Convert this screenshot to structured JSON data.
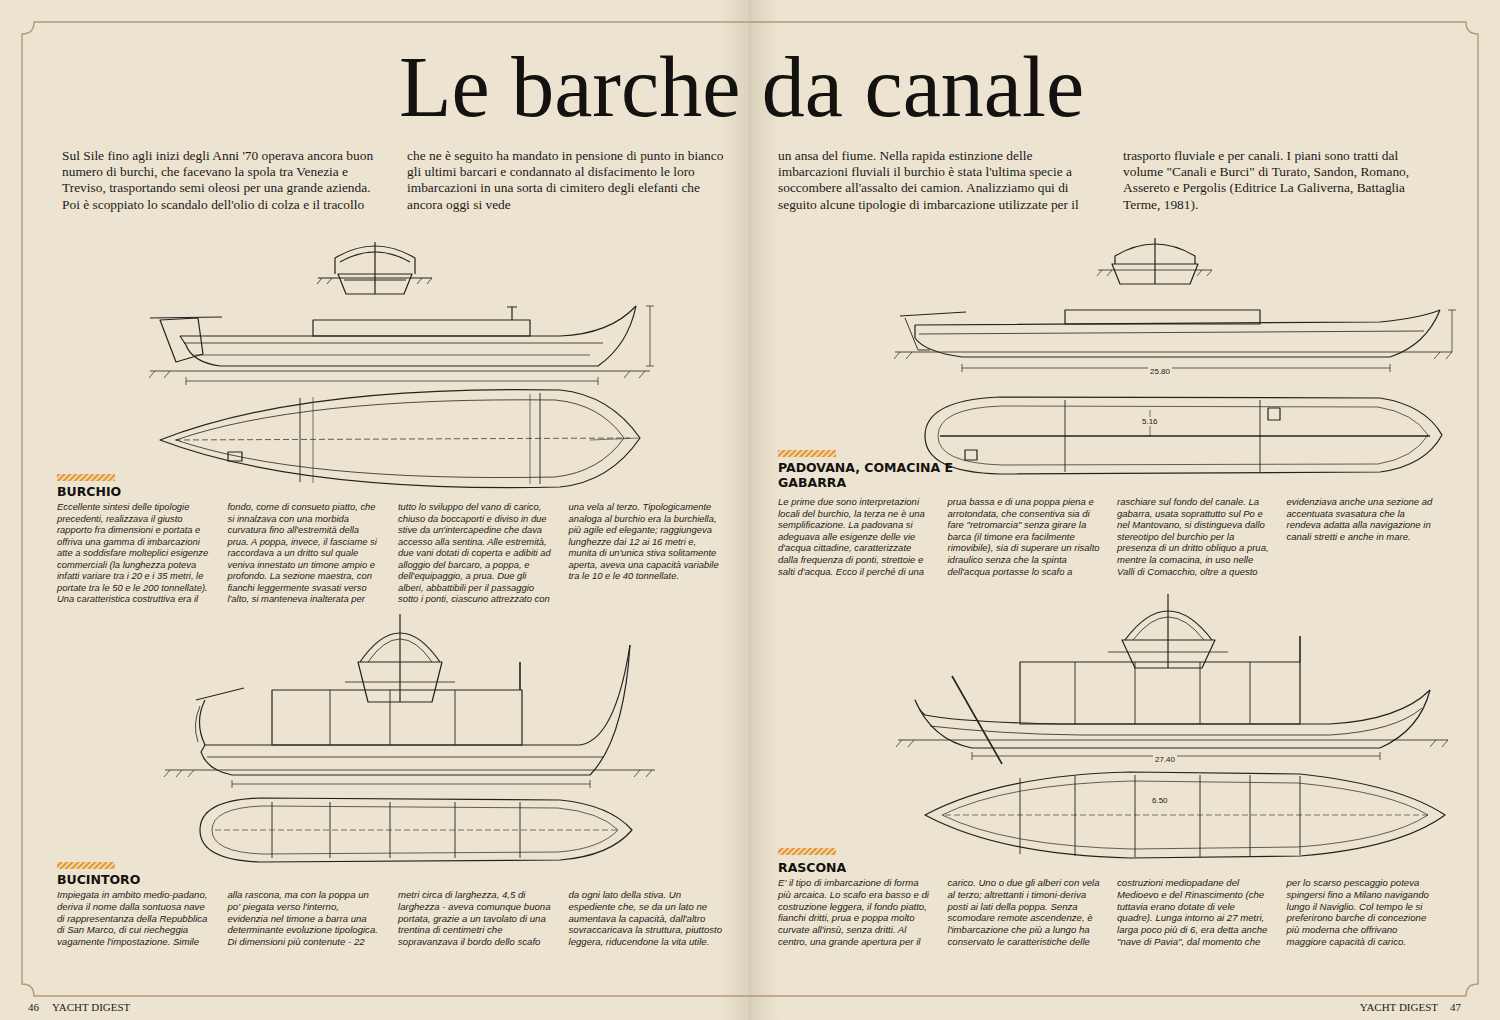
{
  "diagram": {
    "title": "Le barche da canale",
    "labels": [
      "Sul Sile fino agli inizi degli Anni '70 operava ancora buon numero di burchi, che facevano la spola tra Venezia e Treviso, trasportando semi oleosi per una grande azienda. Poi è scoppiato lo scandalo dell'olio di colza e il tracollo che ne è seguito ha mandato in pensione di punto in bianco gli ultimi barcari e condannato al disfacimento le loro imbarcazioni in una sorta di cimitero degli elefanti che ancora oggi si vede",
      "un ansa del fiume. Nella rapida estinzione delle imbarcazioni fluviali il burchio è stata l'ultima specie a soccombere all'assalto dei camion. Analizziamo qui di seguito alcune tipologie di imbarcazione utilizzate per il trasporto fluviale e per canali. I piani sono tratti dal volume \"Canali e Burci\" di Turato, Sandon, Romano, Assereto e Pergolis (Editrice La Galiverna, Battaglia Terme, 1981).",
      "BURCHIO",
      "Eccellente sintesi delle tipologie precedenti, realizzava il giusto rapporto fra dimensioni e portata e offriva una gamma di imbarcazioni atte a soddisfare molteplici esigenze commerciali (la lunghezza poteva infatti variare tra i 20 e i 35 metri, le portate tra le 50 e le 200 tonnellate). Una caratteristica costruttiva era il fondo, come di consueto piatto, che si innalzava con una morbida curvatura fino all'estremità della prua. A poppa, invece, il fasciame si raccordava a un dritto sul quale veniva innestato un timone ampio e profondo. La sezione maestra, con fianchi leggermente svasati verso l'alto, si manteneva inalterata per tutto lo sviluppo del vano di carico, chiuso da boccaporti e diviso in due stive da un'intercapedine che dava accesso alla sentina. Alle estremità, due vani dotati di coperta e adibiti ad alloggio del barcaro, a poppa, e dell'equipaggio, a prua. Due gli alberi, abbattibili per il passaggio sotto i ponti, ciascuno attrezzato con una vela al terzo. Tipologicamente analoga al burchio era la burchiella, più agile ed elegante; raggiungeva lunghezze dai 12 ai 16 metri e, munita di un'unica stiva solitamente aperta, aveva una capacità variabile tra le 10 e le 40 tonnellate.",
      "BUCINTORO",
      "Impiegata in ambito medio-padano, deriva il nome dalla sontuosa nave di rappresentanza della Repubblica di San Marco, di cui riecheggia vagamente l'impostazione. Simile alla rascona, ma con la poppa un po' piegata verso l'interno, evidenzia nel timone a barra una determinante evoluzione tipologica. Di dimensioni più contenute - 22 metri circa di larghezza, 4,5 di larghezza - aveva comunque buona portata, grazie a un tavolato di una trentina di centimetri che sopravanzava il bordo dello scafo da ogni lato della stiva. Un espediente che, se da un lato ne aumentava la capacità, dall'altro sovraccaricava la struttura, piuttosto leggera, riducendone la vita utile.",
      "PADOVANA, COMACINA E GABARRA",
      "Le prime due sono interpretazioni locali del burchio, la terza ne è una semplificazione. La padovana si adeguava alle esigenze delle vie d'acqua cittadine, caratterizzate dalla frequenza di ponti, strettoie e salti d'acqua. Ecco il perché di una prua bassa e di una poppa piena e arrotondata, che consentiva sia di fare \"retromarcia\" senza girare la barca (il timone era facilmente rimovibile), sia di superare un risalto idraulico senza che la spinta dell'acqua portasse lo scafo a raschiare sul fondo del canale. La gabarra, usata soprattutto sul Po e nel Mantovano, si distingueva dallo stereotipo del burchio per la presenza di un dritto obliquo a prua, mentre la comacina, in uso nelle Valli di Comacchio, oltre a questo evidenziava anche una sezione ad accentuata svasatura che la rendeva adatta alla navigazione in canali stretti e anche in mare.",
      "RASCONA",
      "E' il tipo di imbarcazione di forma più arcaica. Lo scafo era basso e di costruzione leggera, il fondo piatto, fianchi dritti, prua e poppa molto curvate all'insù, senza dritti. Al centro, una grande apertura per il carico. Uno o due gli alberi con vela al terzo; altrettanti i timoni-deriva posti ai lati della poppa. Senza scomodare remote ascendenze, è l'imbarcazione che più a lungo ha conservato le caratteristiche delle costruzioni mediopadane del Medioevo e del Rinascimento (che tuttavia erano dotate di vele quadre). Lunga intorno ai 27 metri, larga poco più di 6, era detta anche \"nave di Pavia\", dal momento che per lo scarso pescaggio poteva spingersi fino a Milano navigando lungo il Naviglio. Col tempo le si preferirono barche di concezione più moderna che offrivano maggiore capacità di carico.",
      "25.80",
      "5.16",
      "27.40",
      "6.50",
      "46",
      "YACHT DIGEST",
      "YACHT DIGEST",
      "47"
    ]
  }
}
